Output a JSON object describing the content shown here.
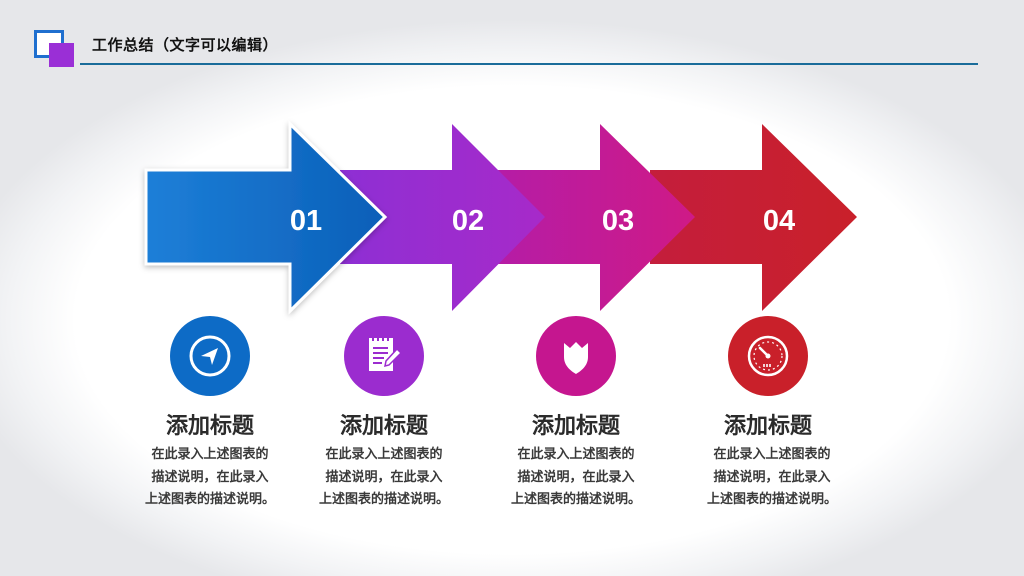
{
  "header": {
    "title": "工作总结（文字可以编辑）"
  },
  "colors": {
    "blue": "#0d6bc6",
    "purple": "#9b2ccf",
    "magenta": "#c5168f",
    "red": "#c9202a",
    "rule": "#1a6c9a"
  },
  "steps": [
    {
      "number": "01",
      "color": "#0d6bc6",
      "icon": "navigation-icon",
      "title": "添加标题",
      "desc": [
        "在此录入上述图表的",
        "描述说明，在此录入",
        "上述图表的描述说明。"
      ]
    },
    {
      "number": "02",
      "color": "#9b2ccf",
      "icon": "notepad-pencil-icon",
      "title": "添加标题",
      "desc": [
        "在此录入上述图表的",
        "描述说明，在此录入",
        "上述图表的描述说明。"
      ]
    },
    {
      "number": "03",
      "color": "#c5168f",
      "icon": "shield-crown-icon",
      "title": "添加标题",
      "desc": [
        "在此录入上述图表的",
        "描述说明，在此录入",
        "上述图表的描述说明。"
      ]
    },
    {
      "number": "04",
      "color": "#c9202a",
      "icon": "speedometer-icon",
      "title": "添加标题",
      "desc": [
        "在此录入上述图表的",
        "描述说明，在此录入",
        "上述图表的描述说明。"
      ]
    }
  ]
}
